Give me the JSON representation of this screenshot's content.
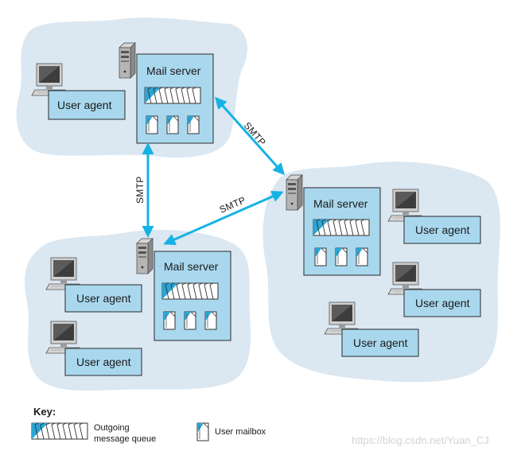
{
  "mail_server_label": "Mail server",
  "user_agent_label": "User agent",
  "smtp_label": "SMTP",
  "key": {
    "title": "Key:",
    "outgoing_line1": "Outgoing",
    "outgoing_line2": "message queue",
    "mailbox": "User mailbox"
  },
  "watermark": "https://blog.csdn.net/Yuan_CJ",
  "colors": {
    "cloud": "#dbe7f1",
    "box_fill": "#a9d8ee",
    "box_stroke": "#2a2a2a",
    "arrow": "#16b2e6",
    "mailbox_accent": "#2ba5d6"
  }
}
